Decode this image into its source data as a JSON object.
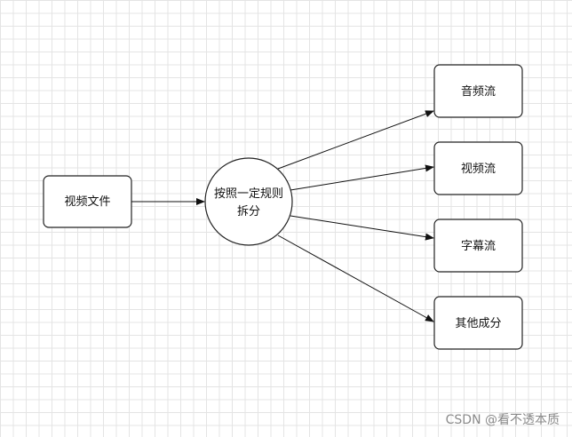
{
  "diagram": {
    "source": {
      "label": "视频文件"
    },
    "process": {
      "line1": "按照一定规则",
      "line2": "拆分"
    },
    "outputs": [
      {
        "label": "音频流"
      },
      {
        "label": "视频流"
      },
      {
        "label": "字幕流"
      },
      {
        "label": "其他成分"
      }
    ]
  },
  "watermark": "CSDN @看不透本质",
  "colors": {
    "stroke": "#222222",
    "background": "#ffffff",
    "grid": "#e4e4e4",
    "watermark": "#8a8a8a"
  }
}
